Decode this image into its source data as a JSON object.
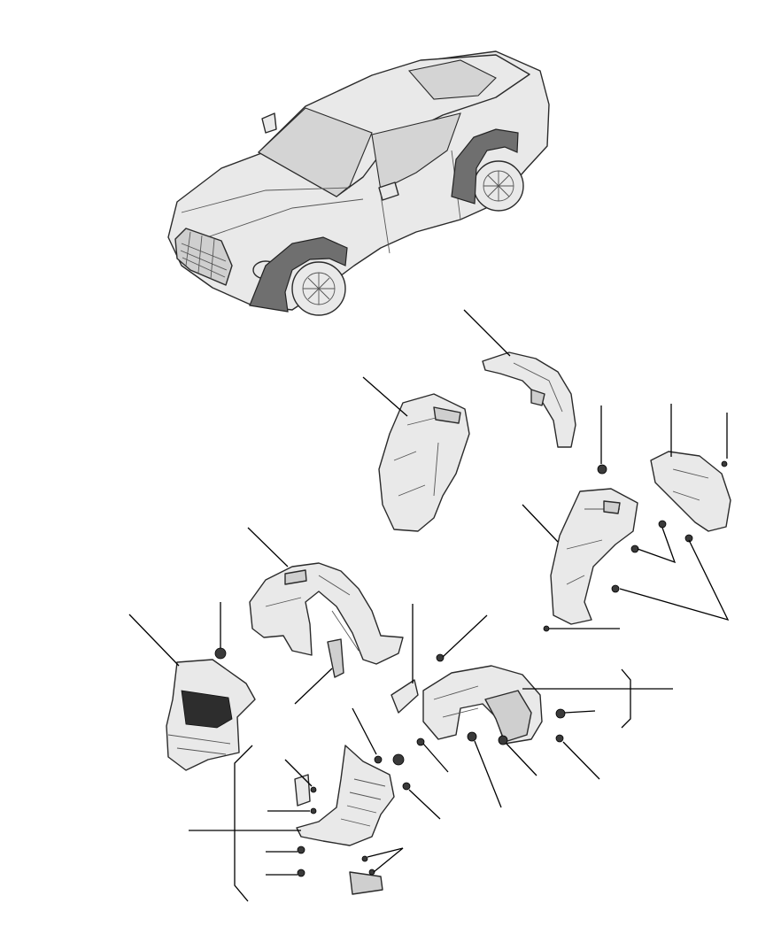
{
  "diagram": {
    "vehicle": {
      "icon": "coupe-car-icon",
      "highlighted_parts": [
        "front-wheel-arch-liner",
        "rear-wheel-arch-liner"
      ]
    },
    "parts": [
      "rear-upper-liner-section",
      "rear-liner-inner",
      "rear-fender-liner",
      "rear-liner-bracket",
      "front-upper-liner",
      "front-liner-rear-section",
      "front-liner-grille-panel",
      "front-liner-lower-panel",
      "small-trim-piece",
      "bracket-tab"
    ],
    "fasteners": [
      "clip",
      "nut",
      "screw",
      "rivet"
    ],
    "colors": {
      "line": "#000000",
      "part_fill": "#e9e9e9",
      "liner_highlight": "#6f6f6f"
    }
  }
}
